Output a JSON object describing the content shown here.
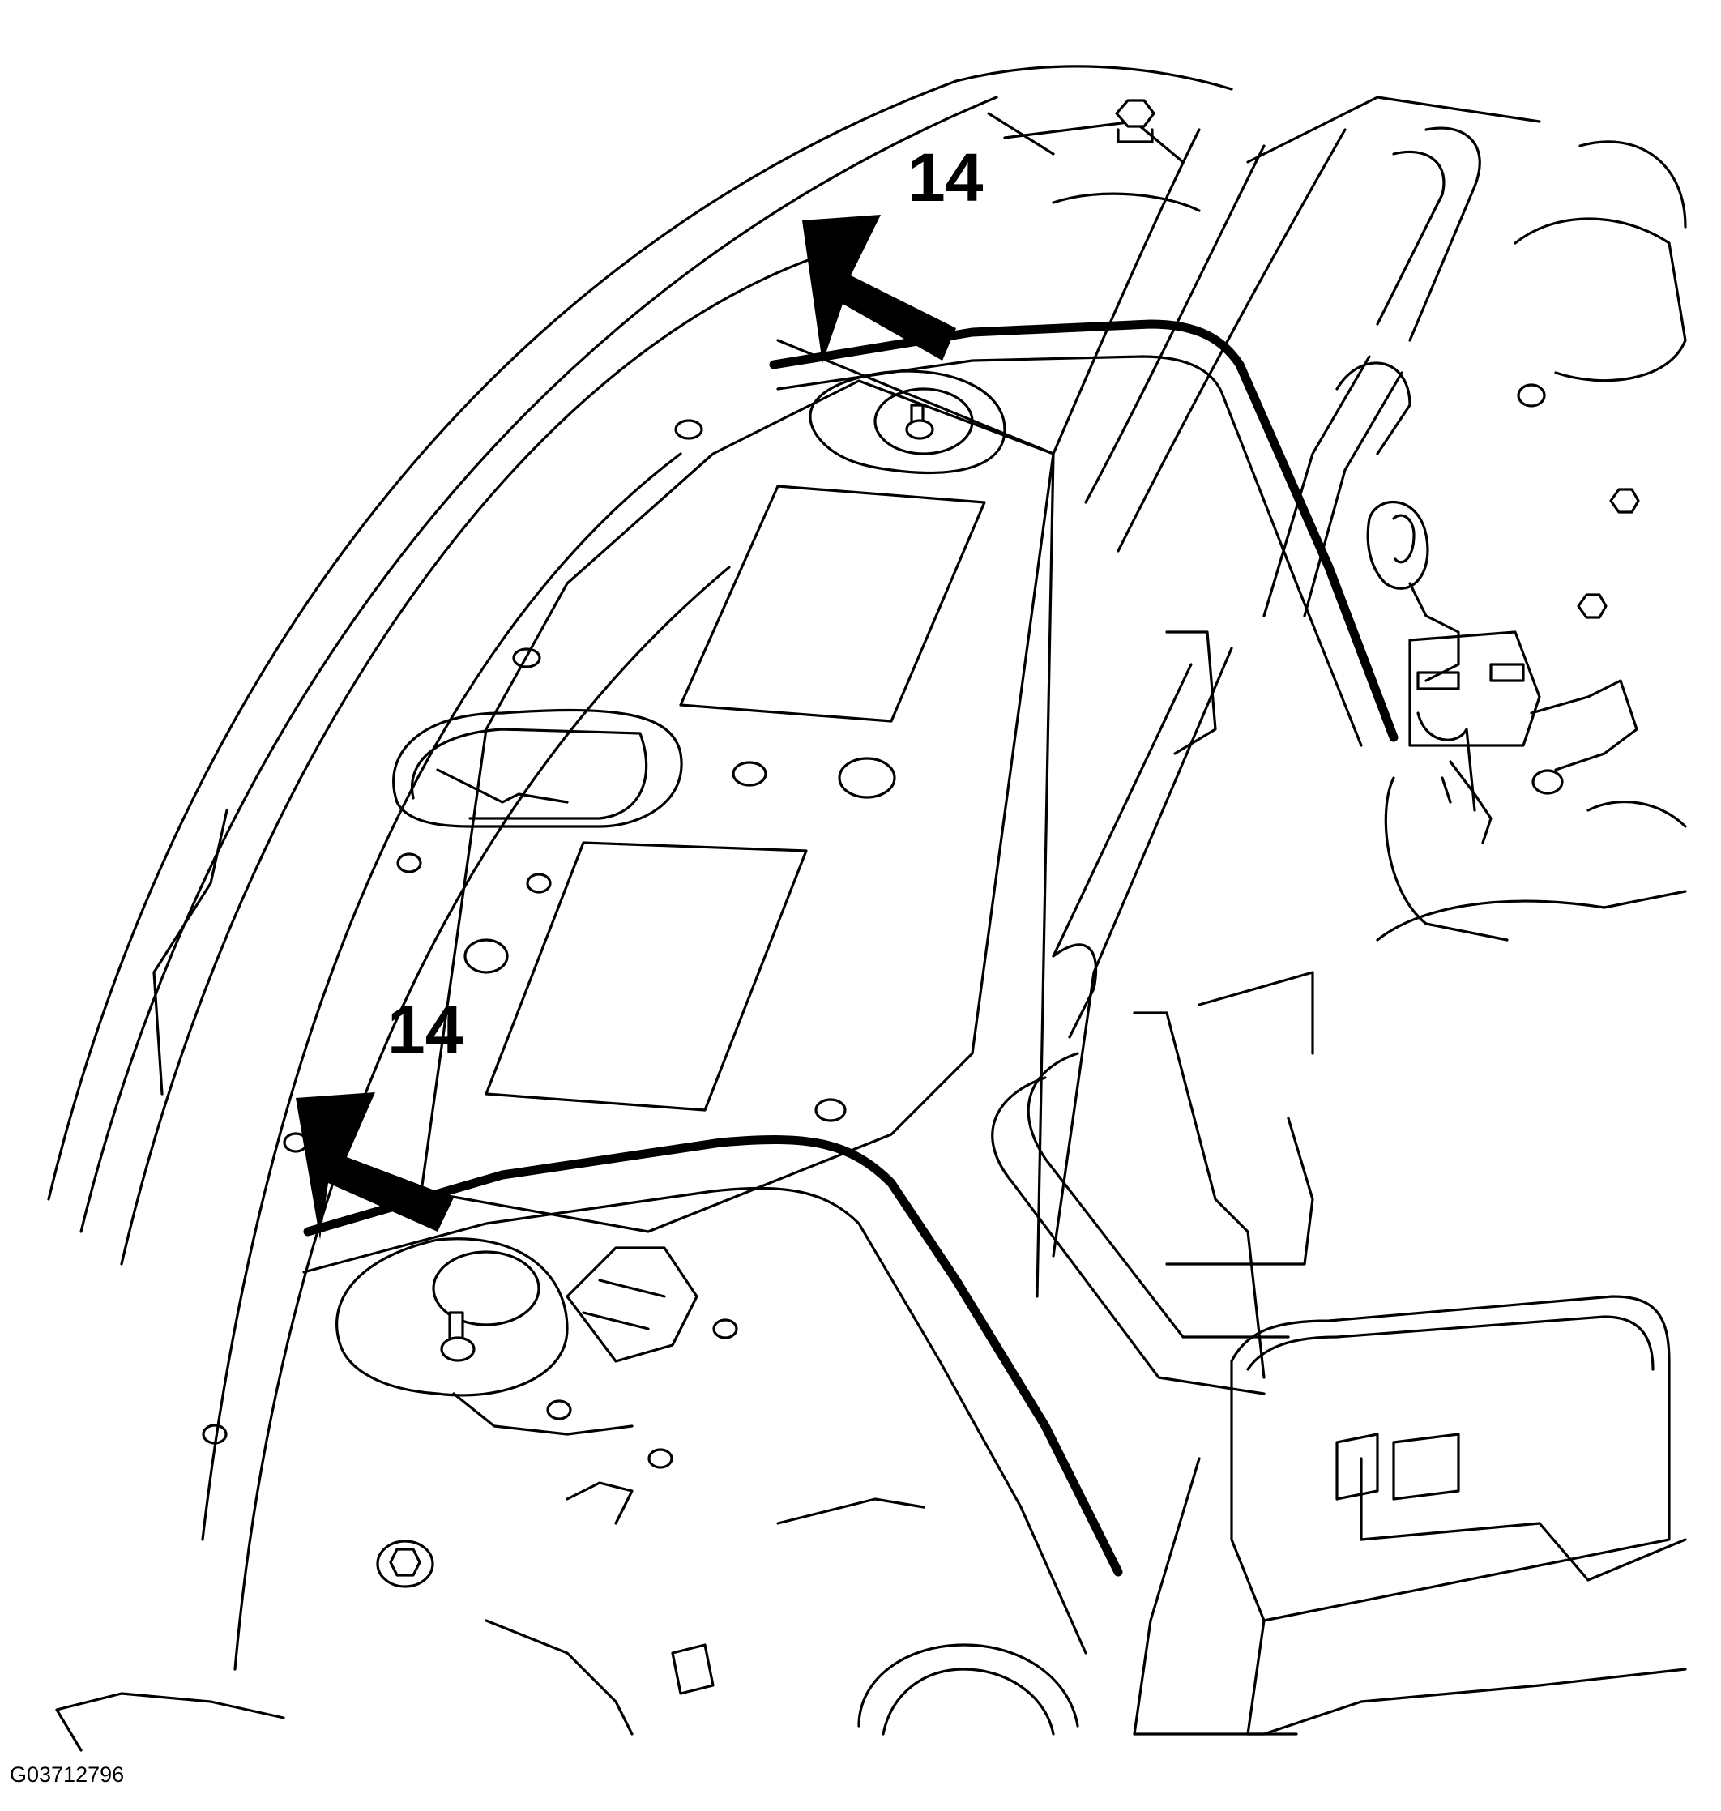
{
  "callouts": [
    {
      "id": "upper",
      "label": "14"
    },
    {
      "id": "lower",
      "label": "14"
    }
  ],
  "figure_id": "G03712796",
  "colors": {
    "line": "#000000",
    "background": "#ffffff"
  }
}
